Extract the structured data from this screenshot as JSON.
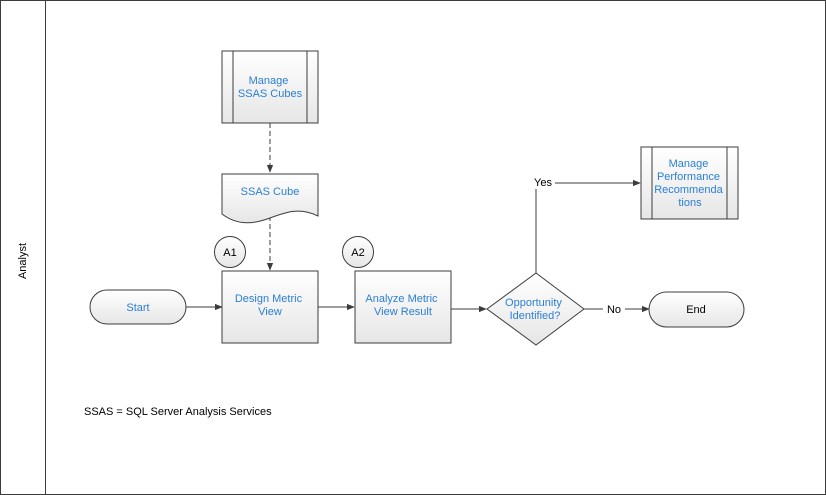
{
  "lane": {
    "label": "Analyst"
  },
  "nodes": {
    "manage_cubes": {
      "lines": [
        "Manage",
        "SSAS Cubes"
      ]
    },
    "ssas_cube": {
      "lines": [
        "SSAS Cube"
      ]
    },
    "start": {
      "lines": [
        "Start"
      ]
    },
    "design_metric": {
      "lines": [
        "Design Metric",
        "View"
      ]
    },
    "analyze_metric": {
      "lines": [
        "Analyze Metric",
        "View Result"
      ]
    },
    "decision": {
      "lines": [
        "Opportunity",
        "Identified?"
      ]
    },
    "end": {
      "lines": [
        "End"
      ]
    },
    "manage_perf": {
      "lines": [
        "Manage",
        "Performance",
        "Recommenda",
        "tions"
      ]
    }
  },
  "markers": {
    "a1": "A1",
    "a2": "A2"
  },
  "edges": {
    "yes": "Yes",
    "no": "No"
  },
  "footnote": "SSAS = SQL Server Analysis Services",
  "colors": {
    "link_text": "#2a7fd4",
    "shape_fill_top": "#ffffff",
    "shape_fill_bottom": "#e9e9e9",
    "stroke": "#3c3c3c"
  }
}
